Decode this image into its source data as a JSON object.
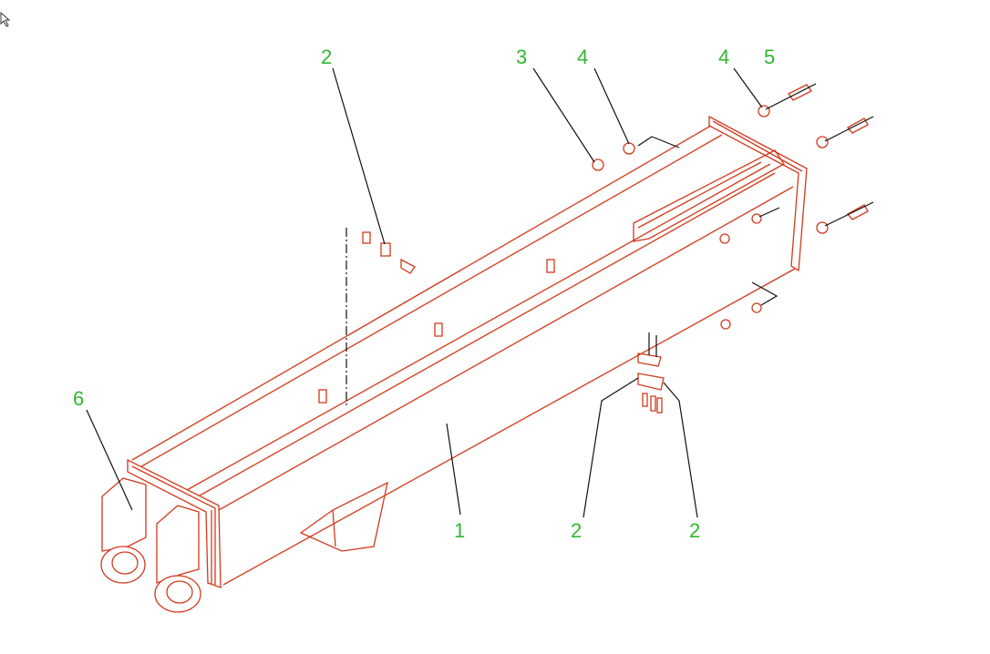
{
  "diagram": {
    "callouts": [
      {
        "id": "c1",
        "label": "2"
      },
      {
        "id": "c2",
        "label": "3"
      },
      {
        "id": "c3",
        "label": "4"
      },
      {
        "id": "c4",
        "label": "4"
      },
      {
        "id": "c5",
        "label": "5"
      },
      {
        "id": "c6",
        "label": "6"
      },
      {
        "id": "c7",
        "label": "1"
      },
      {
        "id": "c8",
        "label": "2"
      },
      {
        "id": "c9",
        "label": "2"
      }
    ],
    "colors": {
      "part_lines": "#d2391b",
      "callout_text": "#2fb82f",
      "leader_lines": "#111111"
    }
  }
}
